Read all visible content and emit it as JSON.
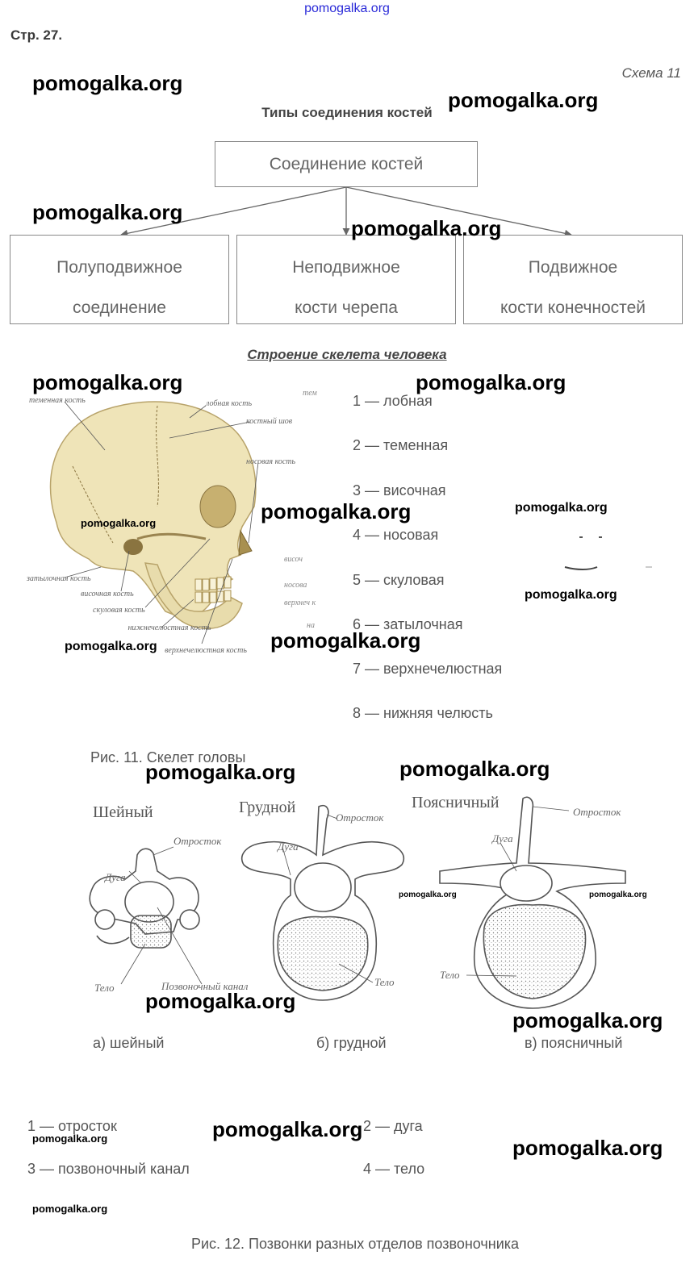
{
  "header": {
    "site_link": "pomogalka.org",
    "page_number": "Стр. 27."
  },
  "scheme": {
    "label": "Схема 11",
    "title": "Типы соединения костей",
    "root": "Соединение костей",
    "children": [
      {
        "line1": "Полуподвижное",
        "line2": "соединение"
      },
      {
        "line1": "Неподвижное",
        "line2": "кости черепа"
      },
      {
        "line1": "Подвижное",
        "line2": "кости конечностей"
      }
    ]
  },
  "skeleton": {
    "title": "Строение скелета человека",
    "skull_labels": {
      "parietal": "теменная кость",
      "frontal": "лобная кость",
      "suture": "костный шов",
      "nasal": "носовая кость",
      "occipital": "затылочная кость",
      "temporal": "височная кость",
      "zygomatic": "скуловая кость",
      "mandible": "нижнечелюстная кость",
      "maxilla": "верхнечелюстная кость"
    },
    "cut_labels": [
      "тем",
      "височ",
      "носова",
      "верхнеч к",
      "на"
    ],
    "legend": [
      "1 — лобная",
      "2 — теменная",
      "3 — височная",
      "4 — носовая",
      "5 — скуловая",
      "6 — затылочная",
      "7 — верхнечелюстная",
      "8 — нижняя челюсть"
    ],
    "caption": "Рис. 11. Скелет головы"
  },
  "vertebrae": {
    "types": [
      {
        "title": "Шейный",
        "caption": "а) шейный"
      },
      {
        "title": "Грудной",
        "caption": "б) грудной"
      },
      {
        "title": "Поясничный",
        "caption": "в) поясничный"
      }
    ],
    "labels": {
      "process": "Отросток",
      "arch": "Дуга",
      "body": "Тело",
      "canal": "Позвоночный канал",
      "process_thoracic": "Отросток"
    },
    "legend": [
      "1 — отросток",
      "2 — дуга",
      "3 — позвоночный канал",
      "4 — тело"
    ],
    "caption": "Рис. 12. Позвонки разных отделов позвоночника"
  },
  "watermark": "pomogalka.org"
}
